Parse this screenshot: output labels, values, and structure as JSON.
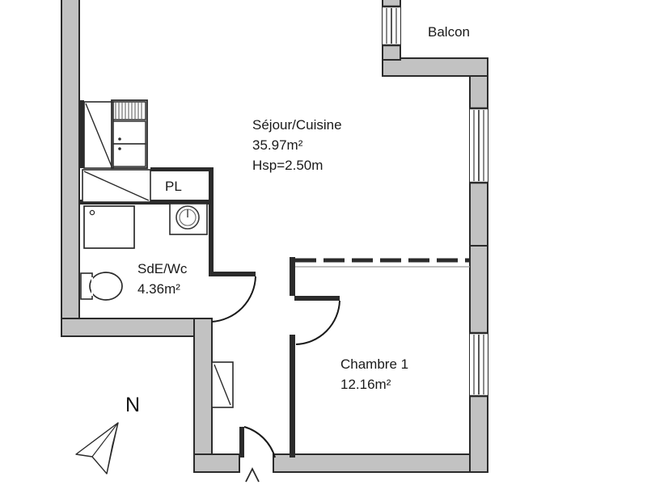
{
  "plan": {
    "type": "apartment-floor-plan",
    "unit_system": "metric",
    "ceiling_height_note": "Hsp=2.50m",
    "north_marker": "N",
    "colors": {
      "wall_fill": "#c2c2c2",
      "wall_stroke": "#2b2b2b",
      "background": "#ffffff",
      "text": "#1a1a1a",
      "fixture_stroke": "#3a3a3a"
    },
    "rooms": [
      {
        "id": "sejour-cuisine",
        "name": "Séjour/Cuisine",
        "area": "35.97m²",
        "height": "Hsp=2.50m"
      },
      {
        "id": "balcon",
        "name": "Balcon",
        "area": "",
        "height": ""
      },
      {
        "id": "placard",
        "name": "PL",
        "area": "",
        "height": ""
      },
      {
        "id": "sde-wc",
        "name": "SdE/Wc",
        "area": "4.36m²",
        "height": ""
      },
      {
        "id": "chambre-1",
        "name": "Chambre 1",
        "area": "12.16m²",
        "height": ""
      }
    ],
    "fixtures": [
      {
        "id": "kitchen-sink",
        "name": "sink-fixture"
      },
      {
        "id": "cooktop",
        "name": "cooktop-fixture"
      },
      {
        "id": "counter-left",
        "name": "counter-fixture"
      },
      {
        "id": "counter-lower",
        "name": "counter-fixture"
      },
      {
        "id": "shower",
        "name": "shower-fixture"
      },
      {
        "id": "washing-machine",
        "name": "washing-machine-fixture"
      },
      {
        "id": "toilet",
        "name": "toilet-fixture"
      }
    ],
    "openings": [
      {
        "id": "door-entry",
        "name": "entry-door"
      },
      {
        "id": "door-chambre",
        "name": "bedroom-door"
      },
      {
        "id": "door-sde",
        "name": "bathroom-door"
      },
      {
        "id": "window-balcony",
        "name": "balcony-window"
      },
      {
        "id": "window-east-upper",
        "name": "east-window-upper"
      },
      {
        "id": "window-east-lower",
        "name": "east-window-lower"
      },
      {
        "id": "window-south",
        "name": "south-window"
      }
    ]
  }
}
